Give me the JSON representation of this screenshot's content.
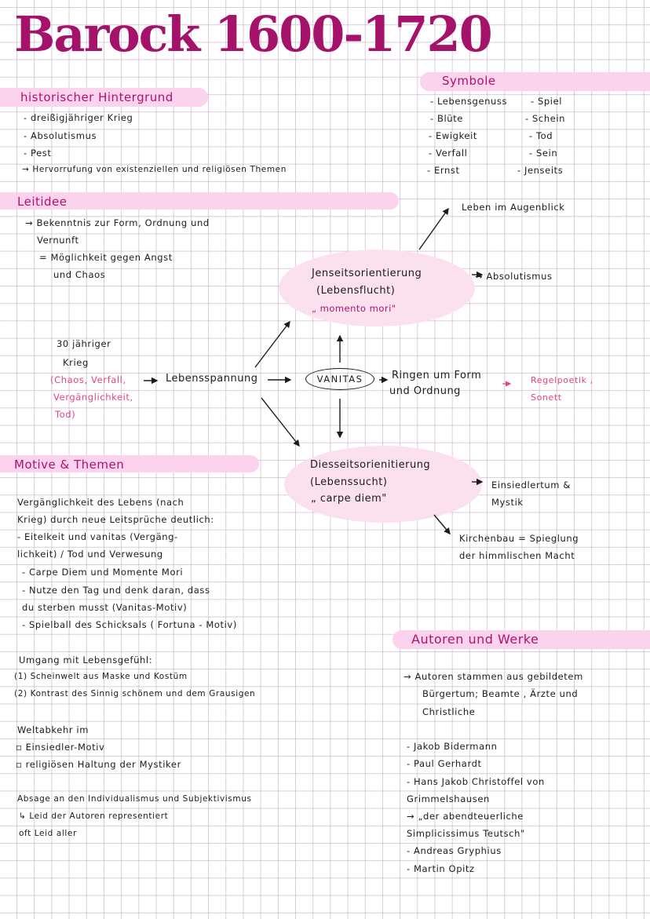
{
  "title": "Barock 1600-1720",
  "historischer_hintergrund": {
    "heading": "historischer Hintergrund",
    "items": [
      "- dreißigjähriger   Krieg",
      "-   Absolutismus",
      "-    Pest",
      "→ Hervorrufung   von   existenziellen    und   religiösen   Themen"
    ]
  },
  "symbole": {
    "heading": "Symbole",
    "left": [
      "- Lebensgenuss",
      "- Blüte",
      "- Ewigkeit",
      "- Verfall",
      "- Ernst"
    ],
    "right": [
      "- Spiel",
      "- Schein",
      "- Tod",
      "- Sein",
      "- Jenseits"
    ]
  },
  "leitidee": {
    "heading": "Leitidee",
    "lines": [
      "→ Bekenntnis  zur   Form, Ordnung   und",
      "Vernunft",
      "=  Möglichkeit    gegen   Angst",
      "und   Chaos"
    ]
  },
  "diagram": {
    "jenseits": {
      "title": "Jenseitsorientierung",
      "sub": "(Lebensflucht)",
      "quote": "„ momento    mori\""
    },
    "leben_im_augenblick": "Leben  im    Augenblick",
    "absolutismus": "→ Absolutismus",
    "krieg_line1": "30  jähriger",
    "krieg_line2": "Krieg",
    "krieg_pink": [
      "(Chaos, Verfall,",
      "Vergänglichkeit,",
      "Tod)"
    ],
    "lebensspannung": "Lebensspannung",
    "vanitas": "VANITAS",
    "ringen": [
      "Ringen um   Form",
      "und  Ordnung"
    ],
    "regelpoetik": [
      "Regelpoetik ,",
      "Sonett"
    ],
    "diesseits": {
      "title": "Diesseitsorienitierung",
      "sub": "(Lebenssucht)",
      "quote": "„ carpe   diem\""
    },
    "einsiedlertum": [
      "Einsiedlertum  &",
      "Mystik"
    ],
    "kirchenbau": [
      "Kirchenbau = Spieglung",
      "der   himmlischen    Macht"
    ]
  },
  "motive": {
    "heading": "Motive  &  Themen",
    "lines": [
      "Vergänglichkeit   des    Lebens   (nach",
      "Krieg) durch  neue  Leitsprüche   deutlich:",
      "- Eitelkeit   und   vanitas  (Vergäng-",
      "  lichkeit) / Tod  und  Verwesung",
      "- Carpe  Diem   und   Momente   Mori",
      "- Nutze  den  Tag  und   denk  daran, dass",
      "  du   sterben   musst   (Vanitas-Motiv)",
      "- Spielball   des   Schicksals   ( Fortuna - Motiv)"
    ],
    "umgang": [
      "Umgang   mit   Lebensgefühl:",
      "(1)  Scheinwelt   aus  Maske    und   Kostüm",
      "(2)  Kontrast  des  Sinnig    schönem     und     dem     Grausigen"
    ],
    "weltabkehr": [
      "Weltabkehr   im",
      "▫  Einsiedler-Motiv",
      "▫  religiösen   Haltung    der     Mystiker"
    ],
    "absage": [
      "Absage    an    den    Individualismus     und    Subjektivismus",
      "↳ Leid    der    Autoren   representiert",
      "    oft    Leid     aller"
    ]
  },
  "autoren": {
    "heading": "Autoren    und    Werke",
    "intro": [
      "→  Autoren   stammen    aus  gebildetem",
      "Bürgertum;  Beamte  ,  Ärzte    und",
      "Christliche"
    ],
    "items": [
      "-   Jakob    Bidermann",
      "-   Paul    Gerhardt",
      "-   Hans     Jakob     Christoffel    von",
      "    Grimmelshausen",
      "     → „der  abendteuerliche",
      "          Simplicissimus   Teutsch\"",
      "-   Andreas    Gryphius",
      "-   Martin   Opitz"
    ]
  },
  "colors": {
    "accent": "#a5126a",
    "highlight": "#fbd3ec",
    "blob": "#fbe1ee",
    "pink_text": "#e2457f",
    "grid": "#bea0c3"
  }
}
